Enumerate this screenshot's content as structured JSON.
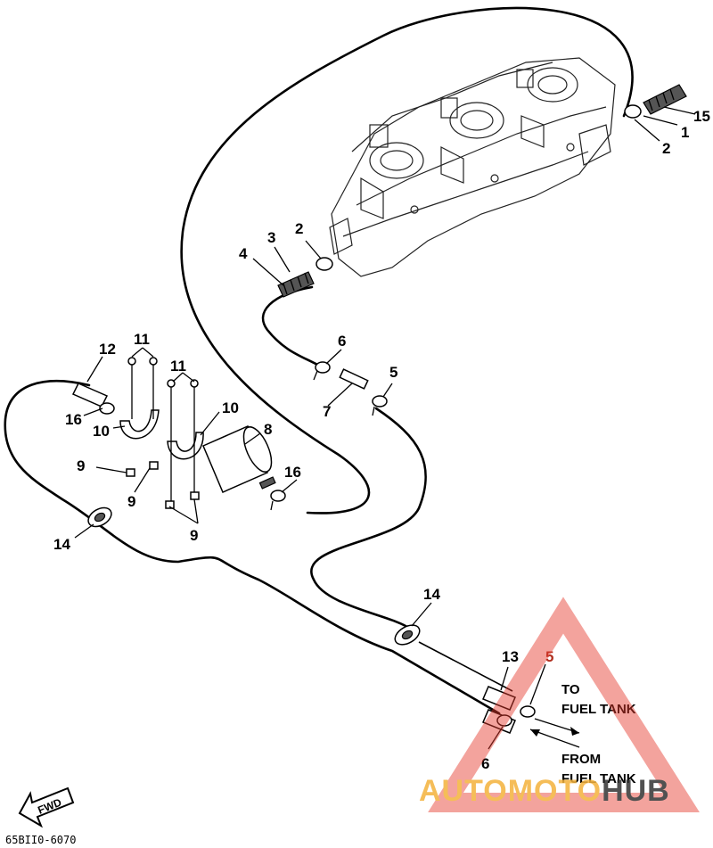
{
  "diagram": {
    "part_code": "65BII0-6070",
    "fwd_label": "FWD",
    "direction_labels": {
      "to_line1": "TO",
      "to_line2": "FUEL TANK",
      "from_line1": "FROM",
      "from_line2": "FUEL TANK"
    },
    "callouts": [
      "15",
      "1",
      "2",
      "2",
      "3",
      "4",
      "6",
      "5",
      "7",
      "11",
      "11",
      "12",
      "16",
      "10",
      "10",
      "8",
      "16",
      "9",
      "9",
      "9",
      "14",
      "14",
      "13",
      "5",
      "6"
    ]
  },
  "watermark": {
    "text_part1": "AUTOMOTO",
    "text_part2": "HUB",
    "color_primary": "#e63a2e",
    "color_secondary": "#f4b23c",
    "color_text_dark": "#333333"
  }
}
